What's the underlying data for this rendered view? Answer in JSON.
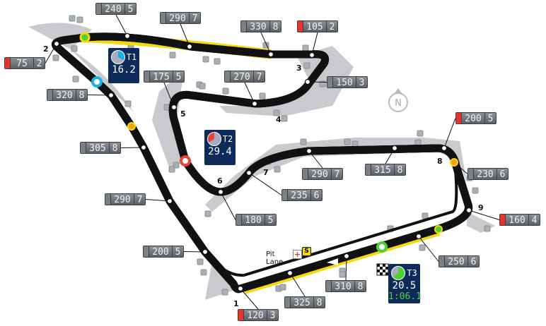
{
  "speed_traps": [
    {
      "value": "240",
      "gear": "5",
      "red": false
    },
    {
      "value": "290",
      "gear": "7",
      "red": false
    },
    {
      "value": "330",
      "gear": "8",
      "red": false
    },
    {
      "value": "105",
      "gear": "2",
      "red": true
    },
    {
      "value": "75",
      "gear": "2",
      "red": true
    },
    {
      "value": "150",
      "gear": "3",
      "red": false
    },
    {
      "value": "175",
      "gear": "5",
      "red": false
    },
    {
      "value": "270",
      "gear": "7",
      "red": false
    },
    {
      "value": "320",
      "gear": "8",
      "red": false
    },
    {
      "value": "305",
      "gear": "8",
      "red": false
    },
    {
      "value": "290",
      "gear": "7",
      "red": false
    },
    {
      "value": "200",
      "gear": "5",
      "red": false
    },
    {
      "value": "180",
      "gear": "5",
      "red": false
    },
    {
      "value": "235",
      "gear": "6",
      "red": false
    },
    {
      "value": "290",
      "gear": "7",
      "red": false
    },
    {
      "value": "315",
      "gear": "8",
      "red": false
    },
    {
      "value": "200",
      "gear": "5",
      "red": true
    },
    {
      "value": "230",
      "gear": "6",
      "red": false
    },
    {
      "value": "160",
      "gear": "4",
      "red": true
    },
    {
      "value": "250",
      "gear": "6",
      "red": false
    },
    {
      "value": "310",
      "gear": "8",
      "red": false
    },
    {
      "value": "325",
      "gear": "8",
      "red": false
    },
    {
      "value": "120",
      "gear": "3",
      "red": true
    }
  ],
  "sectors": [
    {
      "label": "T1",
      "time": "16.2",
      "color": "#1ab0e0"
    },
    {
      "label": "T2",
      "time": "29.4",
      "color": "#e8433a"
    },
    {
      "label": "T3",
      "time": "20.5",
      "lap": "1:06.1",
      "color": "#4cd137"
    }
  ],
  "turns": [
    "1",
    "2",
    "3",
    "4",
    "5",
    "6",
    "7",
    "8",
    "9"
  ],
  "pit_lane": "Pit\nLane",
  "pit_icons": {
    "medical": "+",
    "safety": "S"
  },
  "compass": "N",
  "colors": {
    "track": "#c8a77a",
    "highlight": "#f5d90a",
    "runoff": "#c7c7cc",
    "panel": "#0e2a5a"
  }
}
